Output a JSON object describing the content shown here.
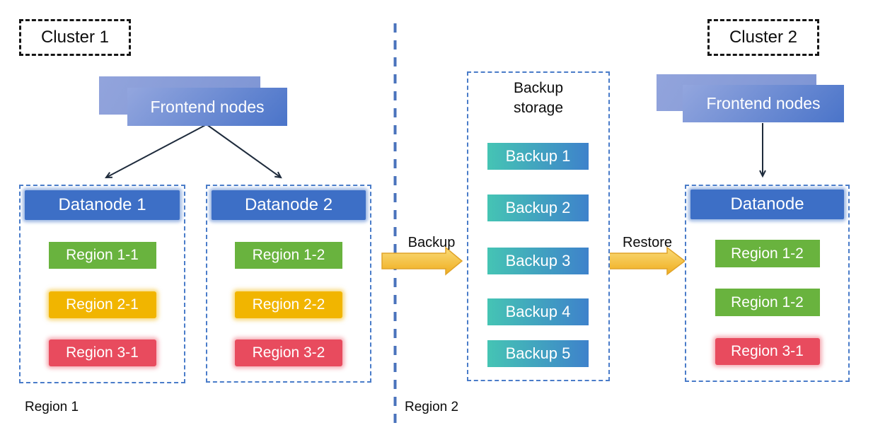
{
  "cluster1": {
    "label": "Cluster 1",
    "frontend_label": "Frontend nodes",
    "datanodes": [
      {
        "title": "Datanode 1",
        "regions": [
          {
            "label": "Region 1-1"
          },
          {
            "label": "Region 2-1"
          },
          {
            "label": "Region 3-1"
          }
        ]
      },
      {
        "title": "Datanode 2",
        "regions": [
          {
            "label": "Region 1-2"
          },
          {
            "label": "Region 2-2"
          },
          {
            "label": "Region 3-2"
          }
        ]
      }
    ],
    "region_label": "Region 1"
  },
  "backup_storage": {
    "title": "Backup storage",
    "items": [
      {
        "label": "Backup 1"
      },
      {
        "label": "Backup 2"
      },
      {
        "label": "Backup 3"
      },
      {
        "label": "Backup 4"
      },
      {
        "label": "Backup 5"
      }
    ]
  },
  "cluster2": {
    "label": "Cluster 2",
    "frontend_label": "Frontend nodes",
    "datanode": {
      "title": "Datanode",
      "regions": [
        {
          "label": "Region 1-2"
        },
        {
          "label": "Region 1-2"
        },
        {
          "label": "Region 3-1"
        }
      ]
    },
    "region_label": "Region 2"
  },
  "flows": {
    "backup_label": "Backup",
    "restore_label": "Restore"
  },
  "colors": {
    "datanode-blue": "#3d6fc6",
    "frontend-from": "#93a6de",
    "frontend-to": "#4a74c9",
    "dashed-blue": "#4a7cc9",
    "region-green": "#69b33e",
    "region-yellow": "#f1b500",
    "region-red": "#e84b5e",
    "backup-teal": "#45c4b4",
    "backup-blue": "#3e82cb",
    "arrow-yellow-light": "#f9dc7a",
    "arrow-yellow-dark": "#f0ad1e",
    "separator-blue": "#4a73bc",
    "connector-ink": "#1e2b3c"
  }
}
